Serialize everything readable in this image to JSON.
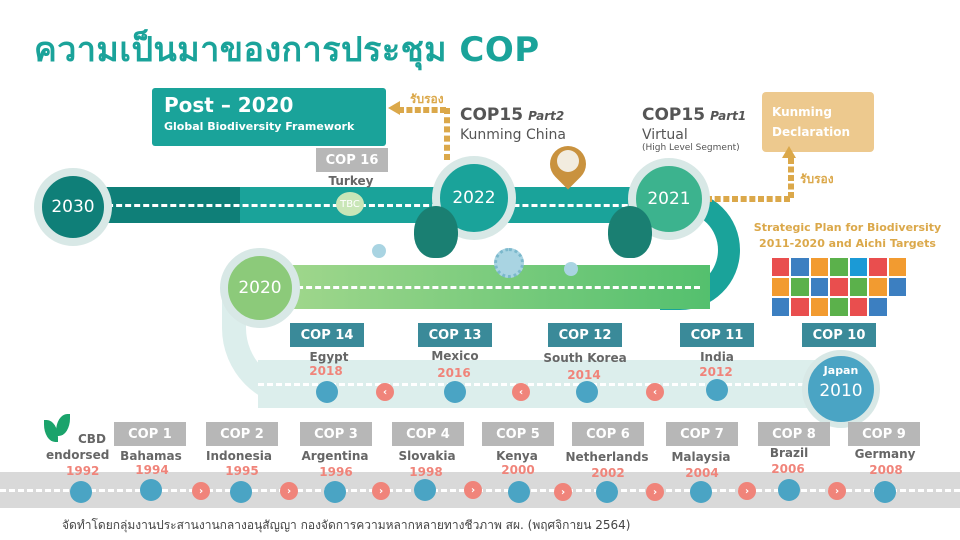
{
  "title": "ความเป็นมาของการประชุม COP",
  "colors": {
    "teal": "#1aa39a",
    "dark_teal": "#0f7f78",
    "green": "#54c06e",
    "gold": "#dba84a",
    "pink": "#f0847a",
    "blue_dot": "#4aa4c4"
  },
  "post2020": {
    "title": "Post – 2020",
    "subtitle": "Global Biodiversity Framework"
  },
  "adopted_label_left": "รับรอง",
  "adopted_label_right": "รับรอง",
  "cop15_part2": {
    "name": "COP15",
    "part": "Part2",
    "location": "Kunming China"
  },
  "cop15_part1": {
    "name": "COP15",
    "part": "Part1",
    "mode": "Virtual",
    "note": "(High Level Segment)"
  },
  "kunming_declaration": {
    "line1": "Kunming",
    "line2": "Declaration"
  },
  "cop16": {
    "label": "COP 16",
    "country": "Turkey",
    "badge": "TBC"
  },
  "strategic_plan": {
    "line1": "Strategic Plan for Biodiversity",
    "line2": "2011-2020 and Aichi Targets"
  },
  "years": {
    "y2030": "2030",
    "y2022": "2022",
    "y2021": "2021",
    "y2020": "2020"
  },
  "mid_row": [
    {
      "label": "COP 14",
      "country": "Egypt",
      "year": "2018"
    },
    {
      "label": "COP 13",
      "country": "Mexico",
      "year": "2016"
    },
    {
      "label": "COP 12",
      "country": "South Korea",
      "year": "2014"
    },
    {
      "label": "COP 11",
      "country": "India",
      "year": "2012"
    },
    {
      "label": "COP 10",
      "country": "Japan",
      "year": "2010"
    }
  ],
  "cbd": {
    "line1": "CBD",
    "line2": "endorsed",
    "year": "1992"
  },
  "bottom_row": [
    {
      "label": "COP 1",
      "country": "Bahamas",
      "year": "1994"
    },
    {
      "label": "COP 2",
      "country": "Indonesia",
      "year": "1995"
    },
    {
      "label": "COP 3",
      "country": "Argentina",
      "year": "1996"
    },
    {
      "label": "COP 4",
      "country": "Slovakia",
      "year": "1998"
    },
    {
      "label": "COP 5",
      "country": "Kenya",
      "year": "2000"
    },
    {
      "label": "COP 6",
      "country": "Netherlands",
      "year": "2002"
    },
    {
      "label": "COP 7",
      "country": "Malaysia",
      "year": "2004"
    },
    {
      "label": "COP 8",
      "country": "Brazil",
      "year": "2006"
    },
    {
      "label": "COP 9",
      "country": "Germany",
      "year": "2008"
    }
  ],
  "footer": "จัดทำโดยกลุ่มงานประสานงานกลางอนุสัญญา กองจัดการความหลากหลายทางชีวภาพ สผ. (พฤศจิกายน 2564)"
}
